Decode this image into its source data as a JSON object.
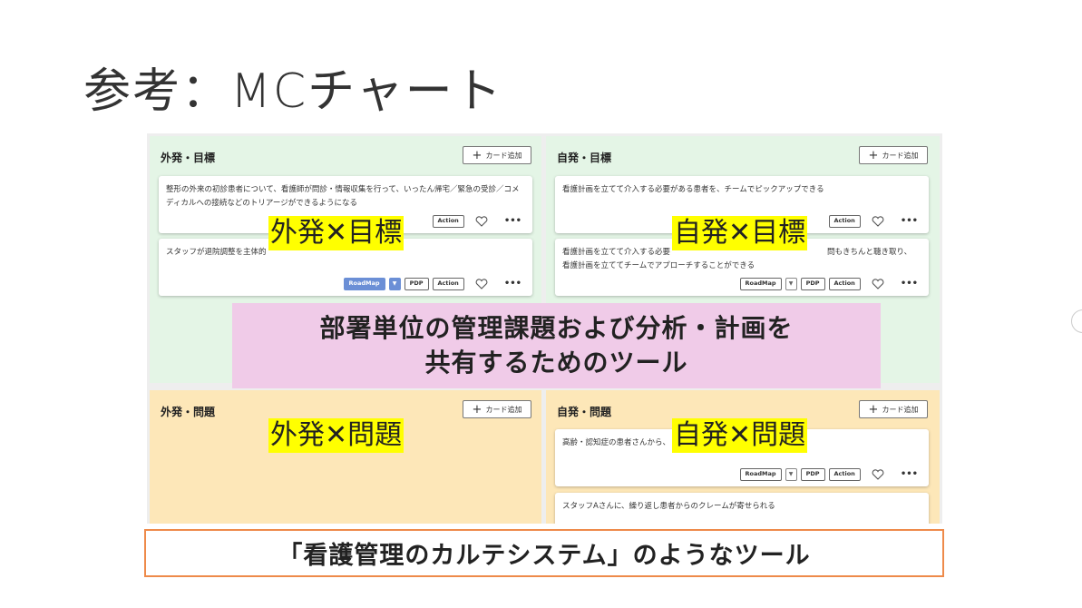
{
  "slide_title": "参考：MCチャート",
  "add_card_label": "カード追加",
  "card_buttons": {
    "roadmap": "RoadMap",
    "pdp": "PDP",
    "action": "Action"
  },
  "quadrants": {
    "top_left": {
      "title": "外発・目標",
      "cards": [
        {
          "text": "整形の外来の初診患者について、看護師が問診・情報収集を行って、いったん帰宅／緊急の受診／コメディカルへの接続などのトリアージができるようになる"
        },
        {
          "text": "スタッフが退院調整を主体的"
        }
      ]
    },
    "top_right": {
      "title": "自発・目標",
      "cards": [
        {
          "text": "看護計画を立てて介入する必要がある患者を、チームでピックアップできる"
        },
        {
          "text_line1_left": "看護計画を立てて介入する必要",
          "text_line1_right": "問もきちんと聴き取り、",
          "text_line2": "看護計画を立ててチームでアプローチすることができる"
        }
      ]
    },
    "bottom_left": {
      "title": "外発・問題"
    },
    "bottom_right": {
      "title": "自発・問題",
      "cards": [
        {
          "text": "高齢・認知症の患者さんから、"
        },
        {
          "text": "スタッフAさんに、繰り返し患者からのクレームが寄せられる"
        }
      ]
    }
  },
  "overlay_labels": {
    "top_left": "外発✕目標",
    "top_right": "自発✕目標",
    "bottom_left": "外発✕問題",
    "bottom_right": "自発✕問題"
  },
  "callout_purple": {
    "line1": "部署単位の管理課題および分析・計画を",
    "line2": "共有するためのツール"
  },
  "callout_orange": "「看護管理のカルテシステム」のようなツール",
  "colors": {
    "goal_bg": "#e4f5e6",
    "problem_bg": "#fde7b8",
    "highlight": "#ffff00",
    "purple": "#f0cbe8",
    "orange_border": "#ee8a4a",
    "roadmap_blue": "#6b8fd6"
  }
}
